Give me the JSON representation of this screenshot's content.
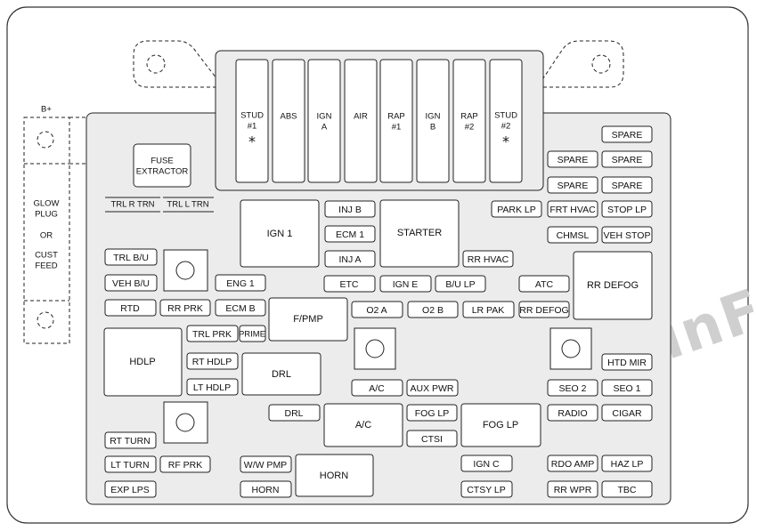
{
  "watermark": "Fuse-Box.inFo",
  "b_plus": "B+",
  "side_labels": [
    "GLOW",
    "PLUG",
    "OR",
    "CUST",
    "FEED"
  ],
  "maxi_fuses": [
    {
      "lines": [
        "STUD",
        "#1"
      ],
      "star": "*"
    },
    {
      "lines": [
        "ABS"
      ],
      "star": ""
    },
    {
      "lines": [
        "IGN",
        "A"
      ],
      "star": ""
    },
    {
      "lines": [
        "AIR"
      ],
      "star": ""
    },
    {
      "lines": [
        "RAP",
        "#1"
      ],
      "star": ""
    },
    {
      "lines": [
        "IGN",
        "B"
      ],
      "star": ""
    },
    {
      "lines": [
        "RAP",
        "#2"
      ],
      "star": ""
    },
    {
      "lines": [
        "STUD",
        "#2"
      ],
      "star": "*"
    }
  ],
  "fuse_extractor": [
    "FUSE",
    "EXTRACTOR"
  ],
  "trailer_labels": [
    "TRL R TRN",
    "TRL L TRN"
  ],
  "relays": {
    "ign1": "IGN 1",
    "starter": "STARTER",
    "fpmp": "F/PMP",
    "hdlp": "HDLP",
    "drl": "DRL",
    "ac": "A/C",
    "foglp": "FOG LP",
    "horn": "HORN",
    "rrdefog": "RR DEFOG"
  },
  "fuses": {
    "inj_b": "INJ B",
    "ecm_1": "ECM 1",
    "inj_a": "INJ A",
    "trl_bu": "TRL B/U",
    "veh_bu": "VEH B/U",
    "eng_1": "ENG 1",
    "etc": "ETC",
    "ign_e": "IGN E",
    "bu_lp": "B/U LP",
    "rr_hvac": "RR HVAC",
    "rtd": "RTD",
    "rr_prk": "RR PRK",
    "ecm_b": "ECM B",
    "o2_a": "O2 A",
    "o2_b": "O2 B",
    "lr_pak": "LR PAK",
    "trl_prk": "TRL PRK",
    "prime": "PRIME",
    "rt_hdlp": "RT HDLP",
    "lt_hdlp": "LT HDLP",
    "ac_fuse": "A/C",
    "aux_pwr": "AUX PWR",
    "drl_fuse": "DRL",
    "fog_lp": "FOG LP",
    "ctsi": "CTSI",
    "rt_turn": "RT TURN",
    "lt_turn": "LT TURN",
    "rf_prk": "RF PRK",
    "ww_pmp": "W/W PMP",
    "exp_lps": "EXP LPS",
    "horn_fuse": "HORN",
    "ign_c": "IGN C",
    "ctsy_lp": "CTSY LP",
    "spare_1": "SPARE",
    "spare_2": "SPARE",
    "spare_3": "SPARE",
    "spare_4": "SPARE",
    "spare_5": "SPARE",
    "park_lp": "PARK LP",
    "frt_hvac": "FRT HVAC",
    "stop_lp": "STOP LP",
    "chmsl": "CHMSL",
    "veh_stop": "VEH STOP",
    "atc": "ATC",
    "rr_defog_fuse": "RR DEFOG",
    "htd_mir": "HTD MIR",
    "seo_2": "SEO 2",
    "seo_1": "SEO 1",
    "radio": "RADIO",
    "cigar": "CIGAR",
    "rdo_amp": "RDO AMP",
    "haz_lp": "HAZ LP",
    "rr_wpr": "RR WPR",
    "tbc": "TBC"
  }
}
